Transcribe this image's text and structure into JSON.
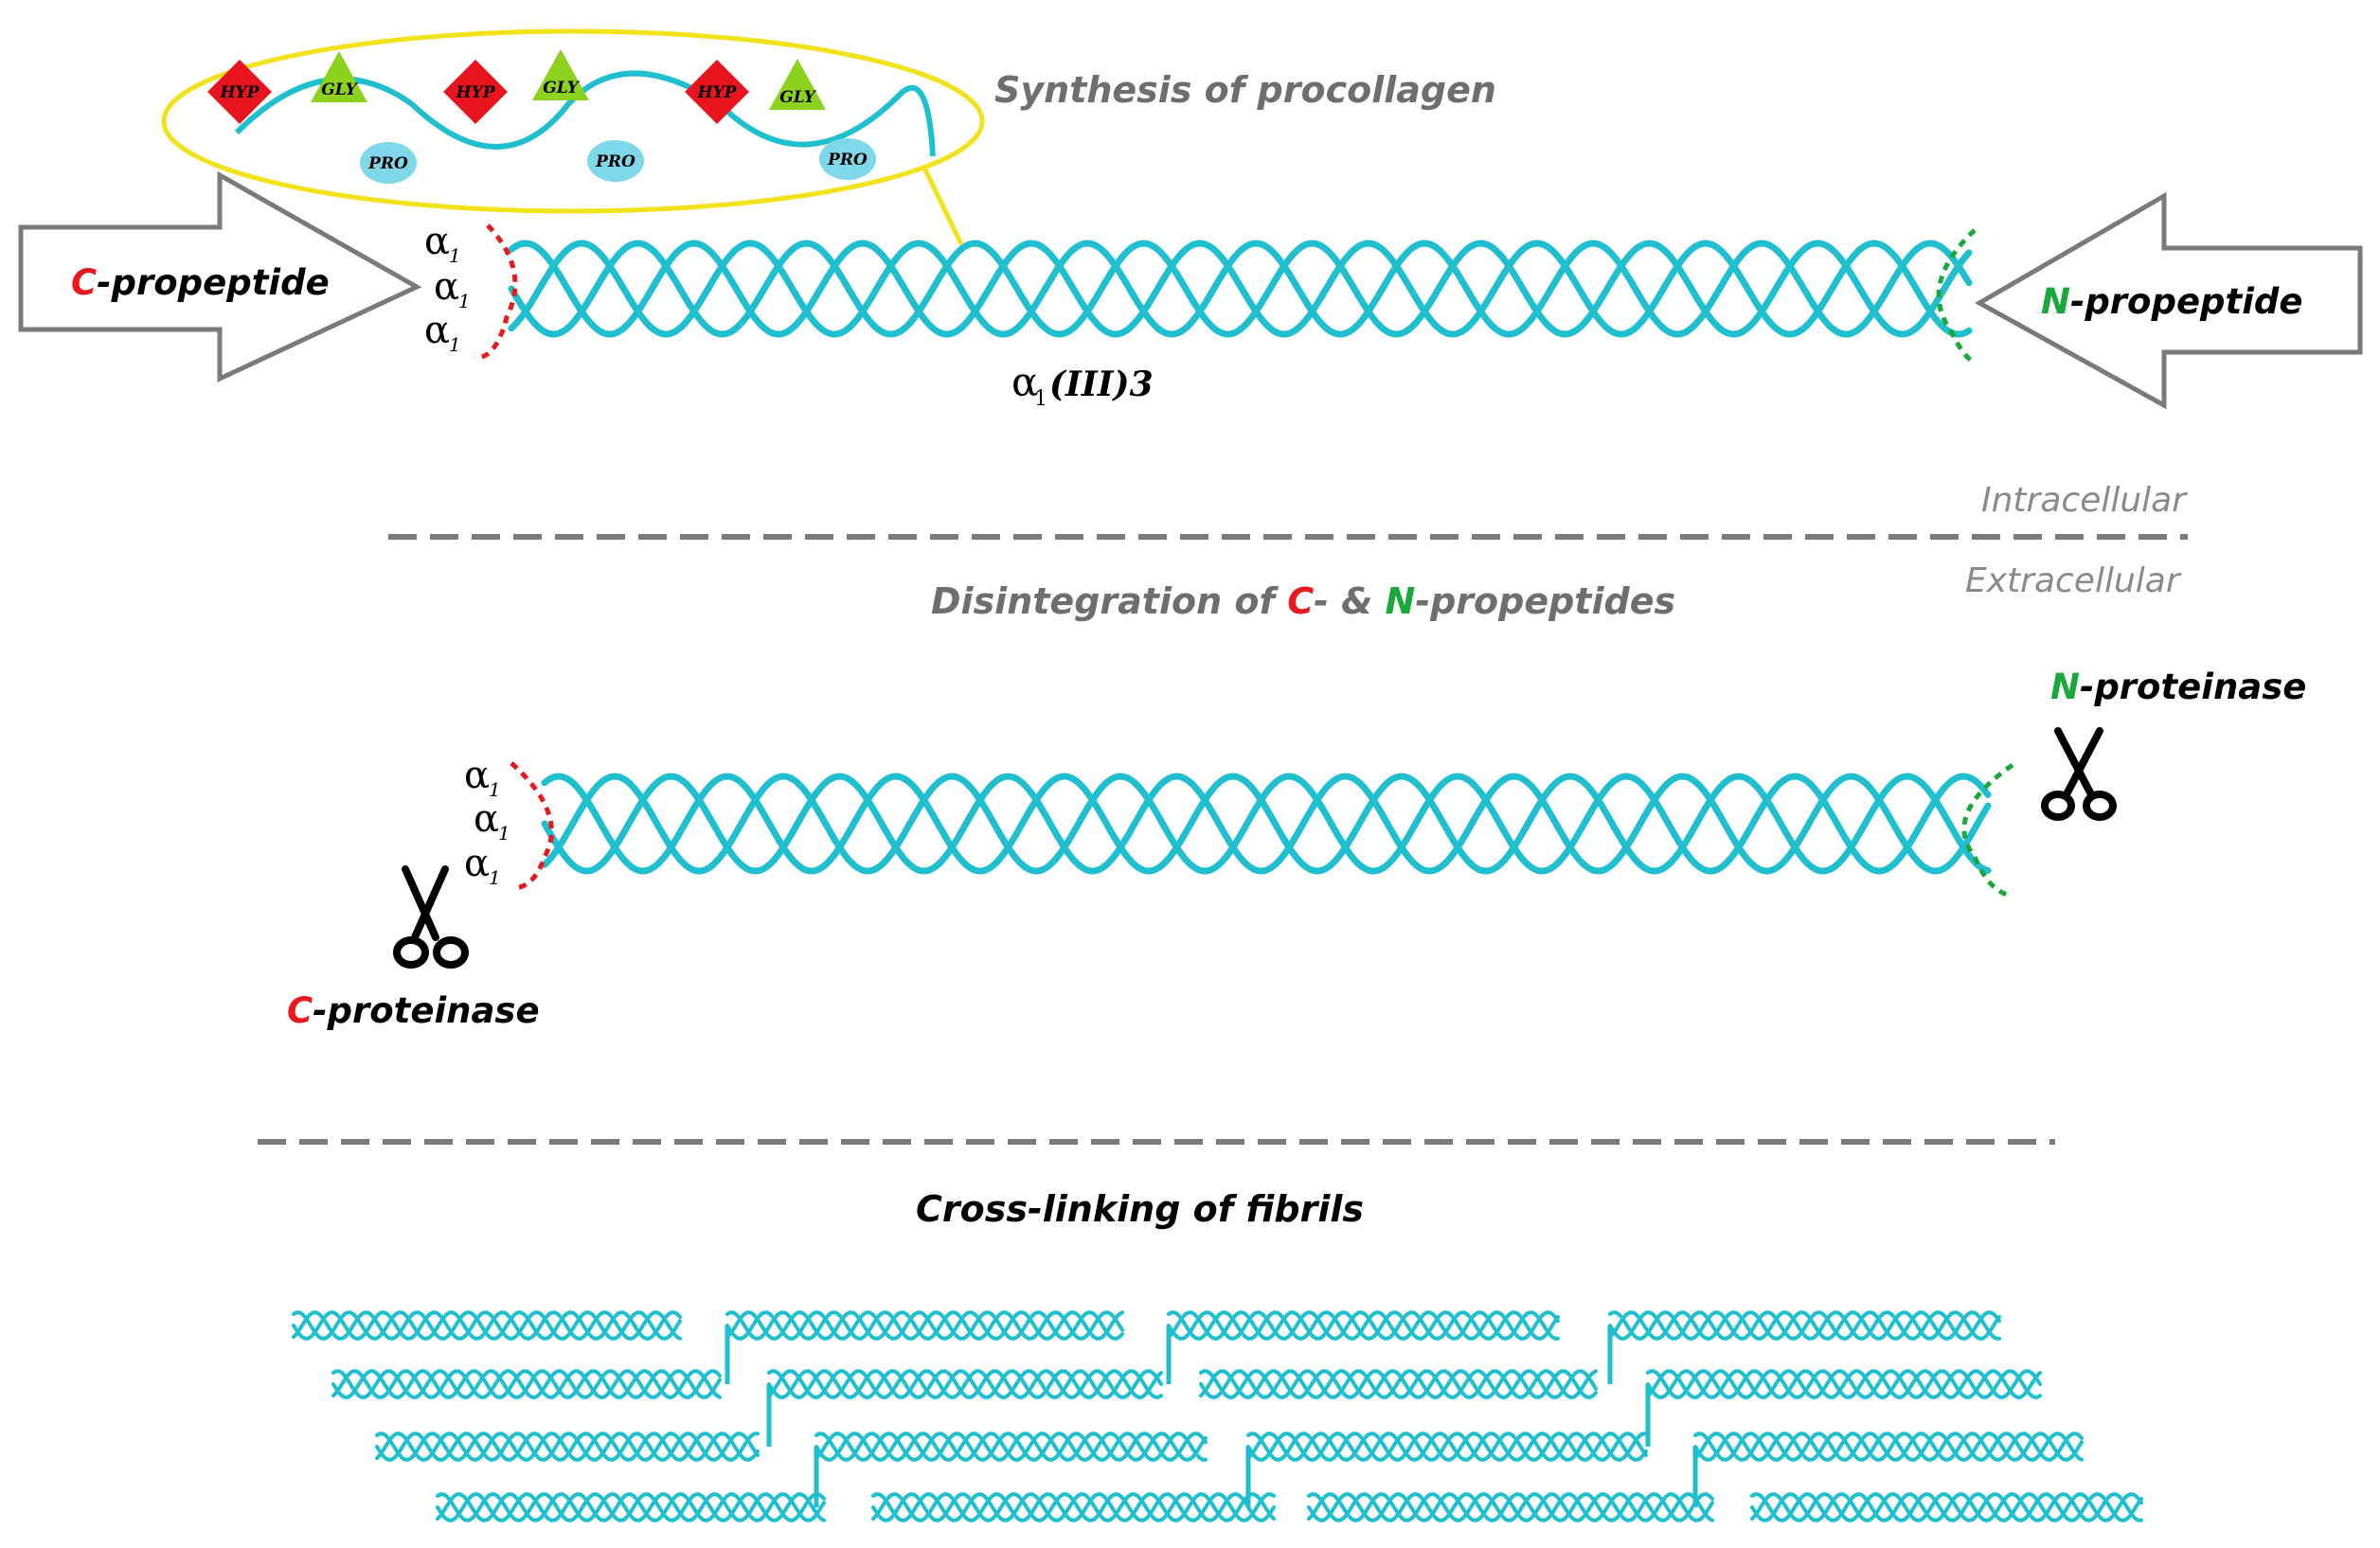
{
  "title": "Synthesis of procollagen",
  "residues": {
    "hyp": "HYP",
    "gly": "GLY",
    "pro": "PRO"
  },
  "top": {
    "c_letter": "C",
    "c_rest": "-propeptide",
    "n_letter": "N",
    "n_rest": "-propeptide",
    "chain_symbol": "α",
    "chain_subscript": "1",
    "trimer_label": "(III)3"
  },
  "regions": {
    "intracellular": "Intracellular",
    "extracellular": "Extracellular"
  },
  "middle": {
    "title_prefix": "Disintegration of ",
    "title_c": "C",
    "title_mid": "- & ",
    "title_n": "N",
    "title_suffix": "-propeptides",
    "c_proteinase_letter": "C",
    "c_proteinase_rest": "-proteinase",
    "n_proteinase_letter": "N",
    "n_proteinase_rest": "-proteinase"
  },
  "bottom": {
    "title": "Cross-linking of fibrils"
  },
  "colors": {
    "helix": "#1fbfd0",
    "c_accent": "#e8181f",
    "n_accent": "#1aa83c",
    "hyp_fill": "#e8141e",
    "gly_fill": "#8cd21e",
    "pro_fill": "#7fd8ea",
    "callout": "#f2e21a",
    "arrow": "#7a7a7a",
    "muted_text": "#7a7a7a",
    "title_text": "#6e6e6e",
    "dash": "#7a7a7a"
  }
}
